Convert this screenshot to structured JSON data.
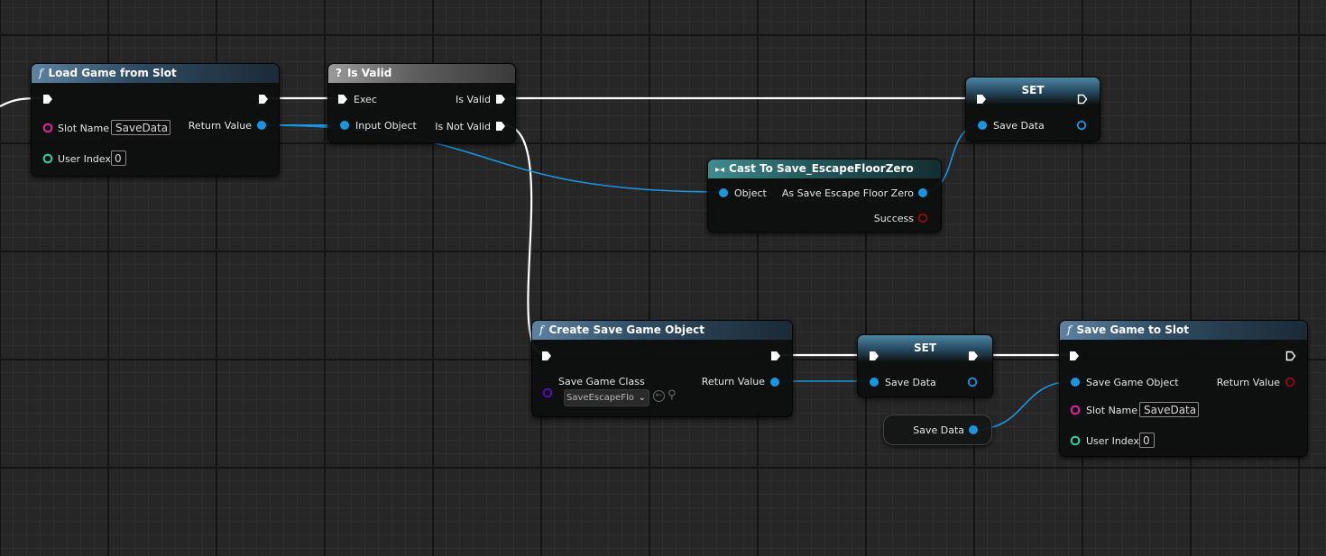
{
  "colors": {
    "exec": "#ffffff",
    "object": "#1996df",
    "string": "#e323a4",
    "integer": "#2bd4a0",
    "boolean": "#8c0a0a",
    "class": "#5c0ab5"
  },
  "load_game": {
    "title": "Load Game from Slot",
    "icon": "f",
    "slot_name_label": "Slot Name",
    "slot_name_value": "SaveData",
    "user_index_label": "User Index",
    "user_index_value": "0",
    "return_label": "Return Value"
  },
  "is_valid": {
    "title": "Is Valid",
    "icon": "?",
    "exec_label": "Exec",
    "input_label": "Input Object",
    "is_valid_label": "Is Valid",
    "is_not_valid_label": "Is Not Valid"
  },
  "set_top": {
    "title": "SET",
    "save_data_label": "Save Data"
  },
  "cast": {
    "title": "Cast To Save_EscapeFloorZero",
    "icon": "▸◂",
    "object_label": "Object",
    "as_label": "As Save Escape Floor Zero",
    "success_label": "Success"
  },
  "create_save": {
    "title": "Create Save Game Object",
    "icon": "f",
    "class_label": "Save Game Class",
    "class_value": "SaveEscapeFlo",
    "return_label": "Return Value"
  },
  "set_bottom": {
    "title": "SET",
    "save_data_label": "Save Data"
  },
  "save_data_get": {
    "label": "Save Data"
  },
  "save_to_slot": {
    "title": "Save Game to Slot",
    "icon": "f",
    "save_obj_label": "Save Game Object",
    "return_label": "Return Value",
    "slot_name_label": "Slot Name",
    "slot_name_value": "SaveData",
    "user_index_label": "User Index",
    "user_index_value": "0"
  }
}
